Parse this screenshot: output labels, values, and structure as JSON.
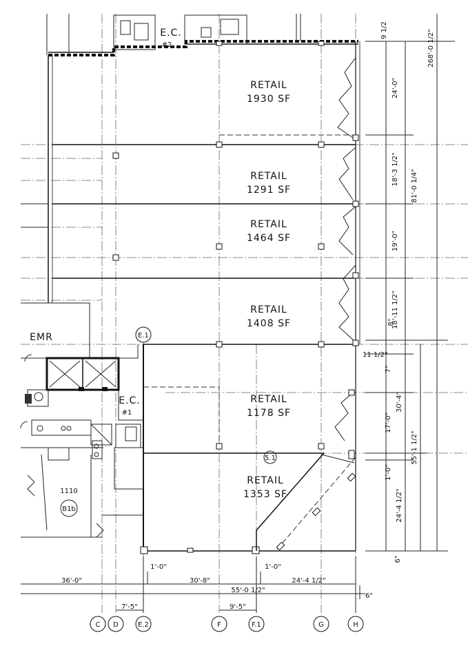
{
  "rooms": [
    {
      "name": "RETAIL",
      "area": "1930 SF"
    },
    {
      "name": "RETAIL",
      "area": "1291 SF"
    },
    {
      "name": "RETAIL",
      "area": "1464 SF"
    },
    {
      "name": "RETAIL",
      "area": "1408 SF"
    },
    {
      "name": "RETAIL",
      "area": "1178 SF"
    },
    {
      "name": "RETAIL",
      "area": "1353 SF"
    }
  ],
  "labels": {
    "ec2": "E.C.",
    "ec2_num": "#2",
    "ec1": "E.C.",
    "ec1_num": "#1",
    "emr": "EMR",
    "unit": "1110",
    "unit_type": "B1b",
    "bubble_51": "5.1"
  },
  "grid_bubbles": {
    "top": "E.1",
    "bottom": [
      "C",
      "D",
      "E.2",
      "F",
      "F.1",
      "G",
      "H"
    ]
  },
  "dims": {
    "right": {
      "d1": "24'-0\"",
      "d2": "18'-3 1/2\"",
      "d3": "19'-0\"",
      "d4": "18'-11 1/2\"",
      "d5": "8\"",
      "d6": "11 1/2\"",
      "d7": "7\"",
      "d8": "30'-4\"",
      "d9": "17'-0\"",
      "d10": "1'-0\"",
      "d11": "24'-4 1/2\"",
      "d12": "6\"",
      "overall_a": "81'-0 1/4\"",
      "overall_b": "55'-1 1/2\"",
      "overall_c": "268'-0 1/2\"",
      "top_partial": "9 1/2"
    },
    "bottom": {
      "b1": "1'-0\"",
      "b2": "1'-0\"",
      "b3": "36'-0\"",
      "b4": "30'-8\"",
      "b5": "24'-4 1/2\"",
      "b6": "55'-0 1/2\"",
      "b7": "6\"",
      "b8": "7'-5\"",
      "b9": "9'-5\""
    }
  }
}
